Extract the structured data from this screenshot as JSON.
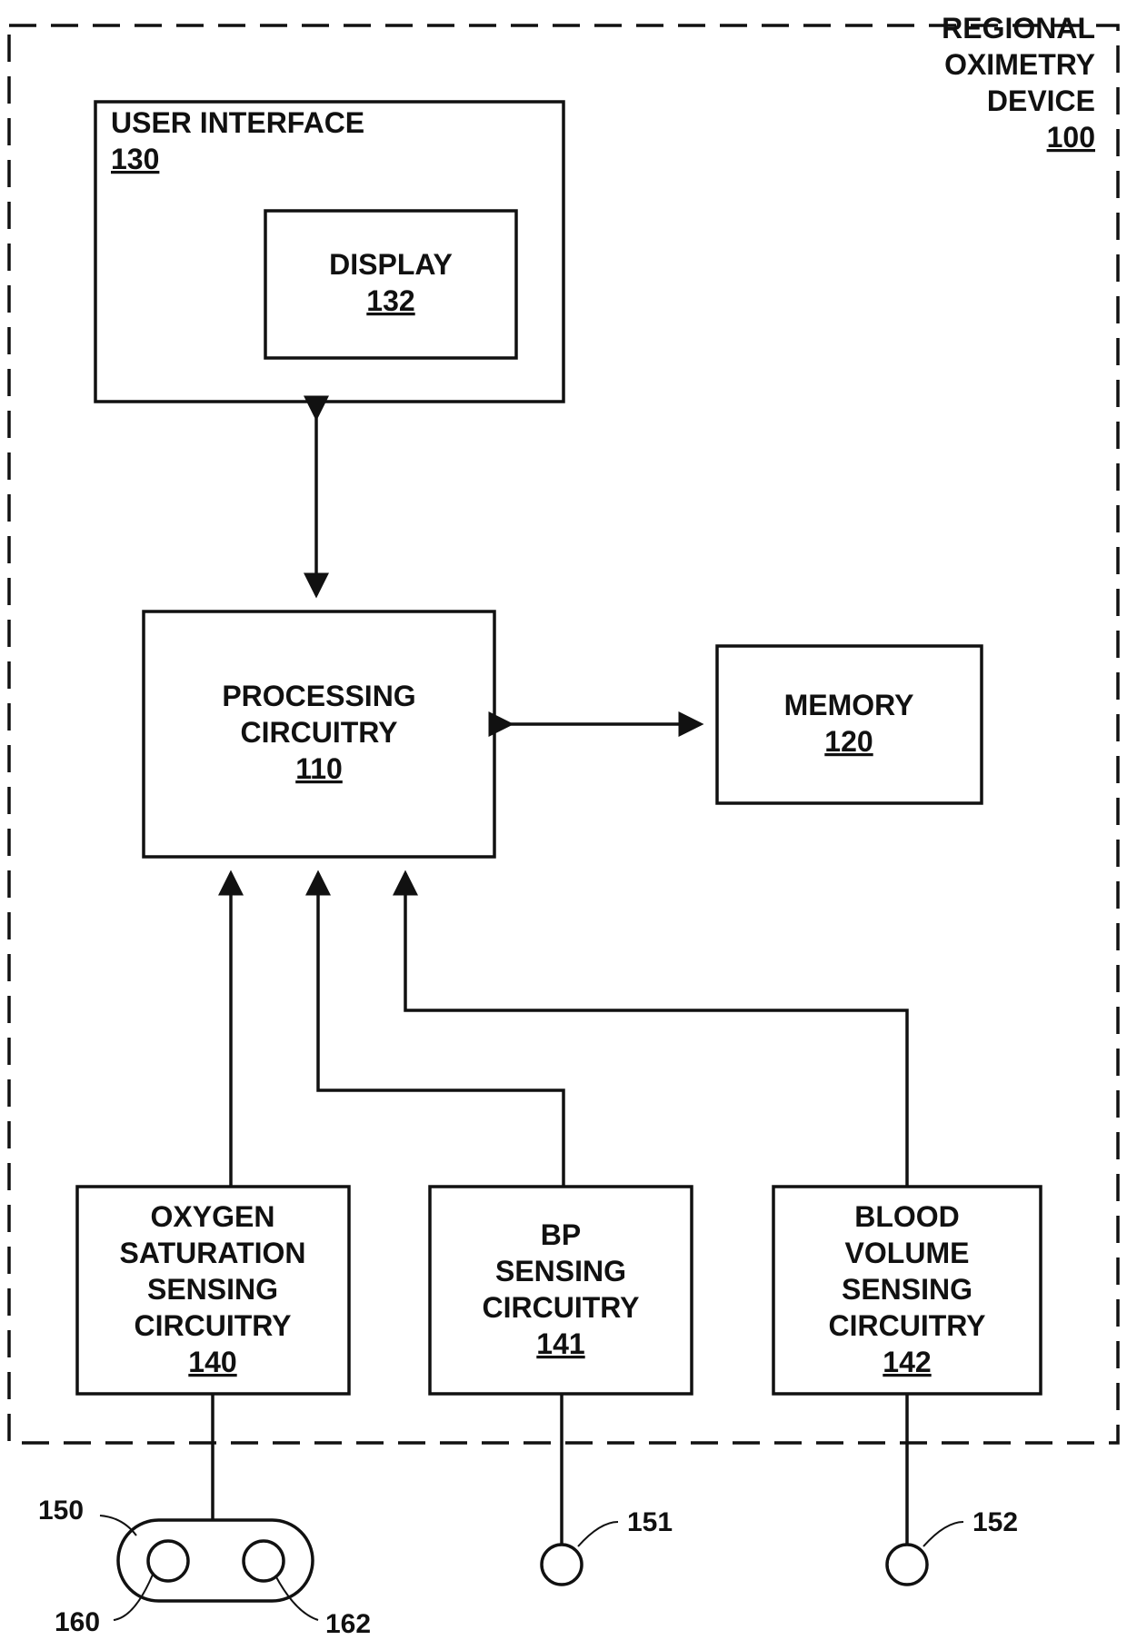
{
  "device": {
    "title_lines": [
      "REGIONAL",
      "OXIMETRY",
      "DEVICE"
    ],
    "ref": "100"
  },
  "user_interface": {
    "lines": [
      "USER INTERFACE"
    ],
    "ref": "130"
  },
  "display": {
    "lines": [
      "DISPLAY"
    ],
    "ref": "132"
  },
  "processing": {
    "lines": [
      "PROCESSING",
      "CIRCUITRY"
    ],
    "ref": "110"
  },
  "memory": {
    "lines": [
      "MEMORY"
    ],
    "ref": "120"
  },
  "oxygen": {
    "lines": [
      "OXYGEN",
      "SATURATION",
      "SENSING",
      "CIRCUITRY"
    ],
    "ref": "140"
  },
  "bp": {
    "lines": [
      "BP",
      "SENSING",
      "CIRCUITRY"
    ],
    "ref": "141"
  },
  "blood_volume": {
    "lines": [
      "BLOOD",
      "VOLUME",
      "SENSING",
      "CIRCUITRY"
    ],
    "ref": "142"
  },
  "sensor_labels": {
    "probe": "150",
    "bp_sensor": "151",
    "bv_sensor": "152",
    "emitter_left": "160",
    "emitter_right": "162"
  }
}
